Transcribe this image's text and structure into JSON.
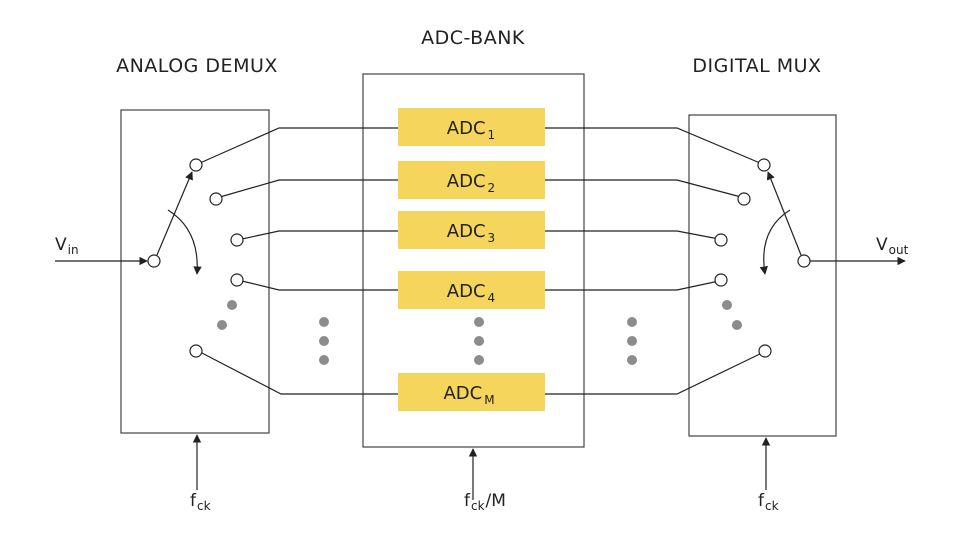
{
  "colors": {
    "adc_fill": "#f6d55c",
    "line": "#222222",
    "box_stroke": "#444444",
    "dots": "#8c8c8c"
  },
  "titles": {
    "demux": "ANALOG DEMUX",
    "bank": "ADC-BANK",
    "mux": "DIGITAL MUX"
  },
  "adcs": [
    {
      "base": "ADC",
      "sub": "1"
    },
    {
      "base": "ADC",
      "sub": "2"
    },
    {
      "base": "ADC",
      "sub": "3"
    },
    {
      "base": "ADC",
      "sub": "4"
    },
    {
      "base": "ADC",
      "sub": "M"
    }
  ],
  "signals": {
    "input": {
      "base": "V",
      "sub": "in"
    },
    "output": {
      "base": "V",
      "sub": "out"
    }
  },
  "clocks": {
    "demux": {
      "base": "f",
      "sub": "ck",
      "suffix": ""
    },
    "bank": {
      "base": "f",
      "sub": "ck",
      "suffix": "/M"
    },
    "mux": {
      "base": "f",
      "sub": "ck",
      "suffix": ""
    }
  }
}
